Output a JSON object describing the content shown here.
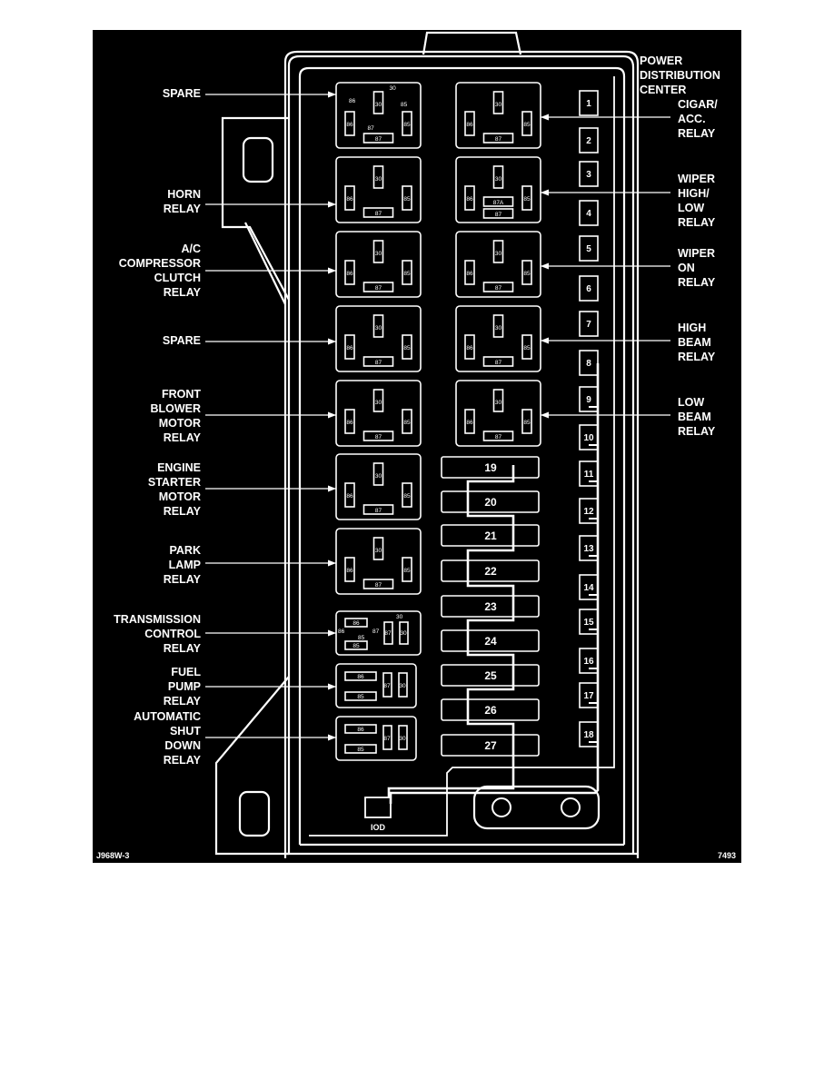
{
  "title": [
    "POWER",
    "DISTRIBUTION",
    "CENTER"
  ],
  "left_labels": [
    {
      "lines": [
        "SPARE"
      ]
    },
    {
      "lines": [
        "HORN",
        "RELAY"
      ]
    },
    {
      "lines": [
        "A/C",
        "COMPRESSOR",
        "CLUTCH",
        "RELAY"
      ]
    },
    {
      "lines": [
        "SPARE"
      ]
    },
    {
      "lines": [
        "FRONT",
        "BLOWER",
        "MOTOR",
        "RELAY"
      ]
    },
    {
      "lines": [
        "ENGINE",
        "STARTER",
        "MOTOR",
        "RELAY"
      ]
    },
    {
      "lines": [
        "PARK",
        "LAMP",
        "RELAY"
      ]
    },
    {
      "lines": [
        "TRANSMISSION",
        "CONTROL",
        "RELAY"
      ]
    },
    {
      "lines": [
        "FUEL",
        "PUMP",
        "RELAY"
      ]
    },
    {
      "lines": [
        "AUTOMATIC",
        "SHUT",
        "DOWN",
        "RELAY"
      ]
    }
  ],
  "right_labels": [
    {
      "lines": [
        "CIGAR/",
        "ACC.",
        "RELAY"
      ]
    },
    {
      "lines": [
        "WIPER",
        "HIGH/",
        "LOW",
        "RELAY"
      ]
    },
    {
      "lines": [
        "WIPER",
        "ON",
        "RELAY"
      ]
    },
    {
      "lines": [
        "HIGH",
        "BEAM",
        "RELAY"
      ]
    },
    {
      "lines": [
        "LOW",
        "BEAM",
        "RELAY"
      ]
    }
  ],
  "pin_labels": {
    "p30": "30",
    "p85": "85",
    "p86": "86",
    "p87": "87",
    "p87a": "87A"
  },
  "fuses_large": [
    "19",
    "20",
    "21",
    "22",
    "23",
    "24",
    "25",
    "26",
    "27"
  ],
  "fuses_small": [
    "1",
    "2",
    "3",
    "4",
    "5",
    "6",
    "7",
    "8",
    "9",
    "10",
    "11",
    "12",
    "13",
    "14",
    "15",
    "16",
    "17",
    "18"
  ],
  "iod_label": "IOD",
  "figure_id_left": "J968W-3",
  "figure_id_right": "7493",
  "colors": {
    "background": "#000000",
    "line": "#ffffff",
    "page": "#ffffff"
  }
}
